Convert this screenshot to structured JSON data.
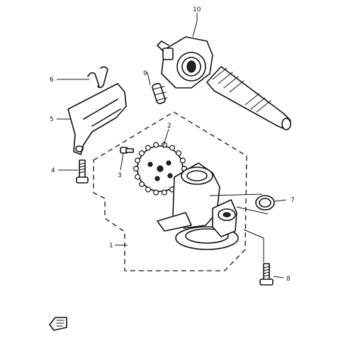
{
  "callouts": [
    {
      "id": "1",
      "text": "1"
    },
    {
      "id": "2",
      "text": "2"
    },
    {
      "id": "3",
      "text": "3"
    },
    {
      "id": "4",
      "text": "4"
    },
    {
      "id": "5",
      "text": "5"
    },
    {
      "id": "6",
      "text": "6"
    },
    {
      "id": "7",
      "text": "7"
    },
    {
      "id": "8",
      "text": "8"
    },
    {
      "id": "9",
      "text": "9"
    },
    {
      "id": "10",
      "text": "10"
    }
  ],
  "colors": {
    "ink": "#111111",
    "paper": "#ffffff"
  },
  "icons": {
    "corner_mark": "front-arrow-icon"
  }
}
